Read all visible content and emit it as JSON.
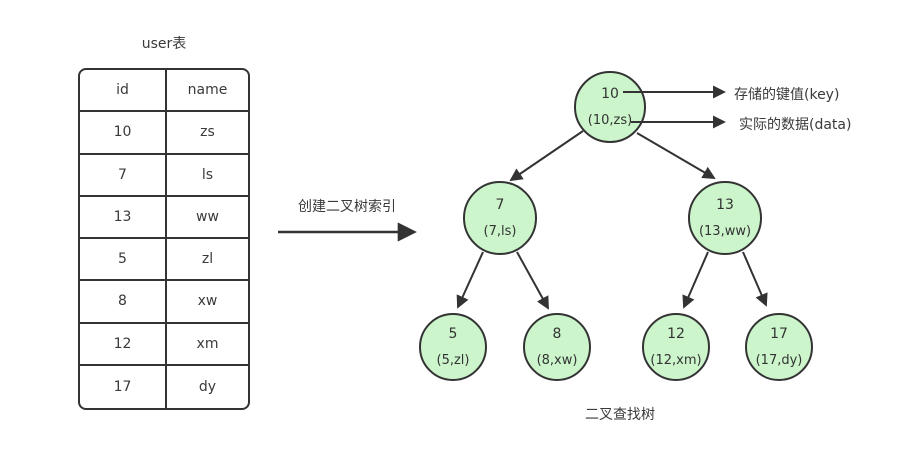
{
  "colors": {
    "node_fill": "#ccf5cc",
    "stroke": "#333333",
    "text": "#3a3a3a",
    "background": "#ffffff"
  },
  "user_table": {
    "title": "user表",
    "headers": [
      "id",
      "name"
    ],
    "rows": [
      [
        "10",
        "zs"
      ],
      [
        "7",
        "ls"
      ],
      [
        "13",
        "ww"
      ],
      [
        "5",
        "zl"
      ],
      [
        "8",
        "xw"
      ],
      [
        "12",
        "xm"
      ],
      [
        "17",
        "dy"
      ]
    ]
  },
  "transform_arrow": {
    "label": "创建二叉树索引"
  },
  "annotations": {
    "key_label": "存储的键值(key)",
    "data_label": "实际的数据(data)"
  },
  "tree": {
    "caption": "二叉查找树",
    "nodes": [
      {
        "key": "10",
        "data": "(10,zs)"
      },
      {
        "key": "7",
        "data": "(7,ls)"
      },
      {
        "key": "13",
        "data": "(13,ww)"
      },
      {
        "key": "5",
        "data": "(5,zl)"
      },
      {
        "key": "8",
        "data": "(8,xw)"
      },
      {
        "key": "12",
        "data": "(12,xm)"
      },
      {
        "key": "17",
        "data": "(17,dy)"
      }
    ]
  }
}
